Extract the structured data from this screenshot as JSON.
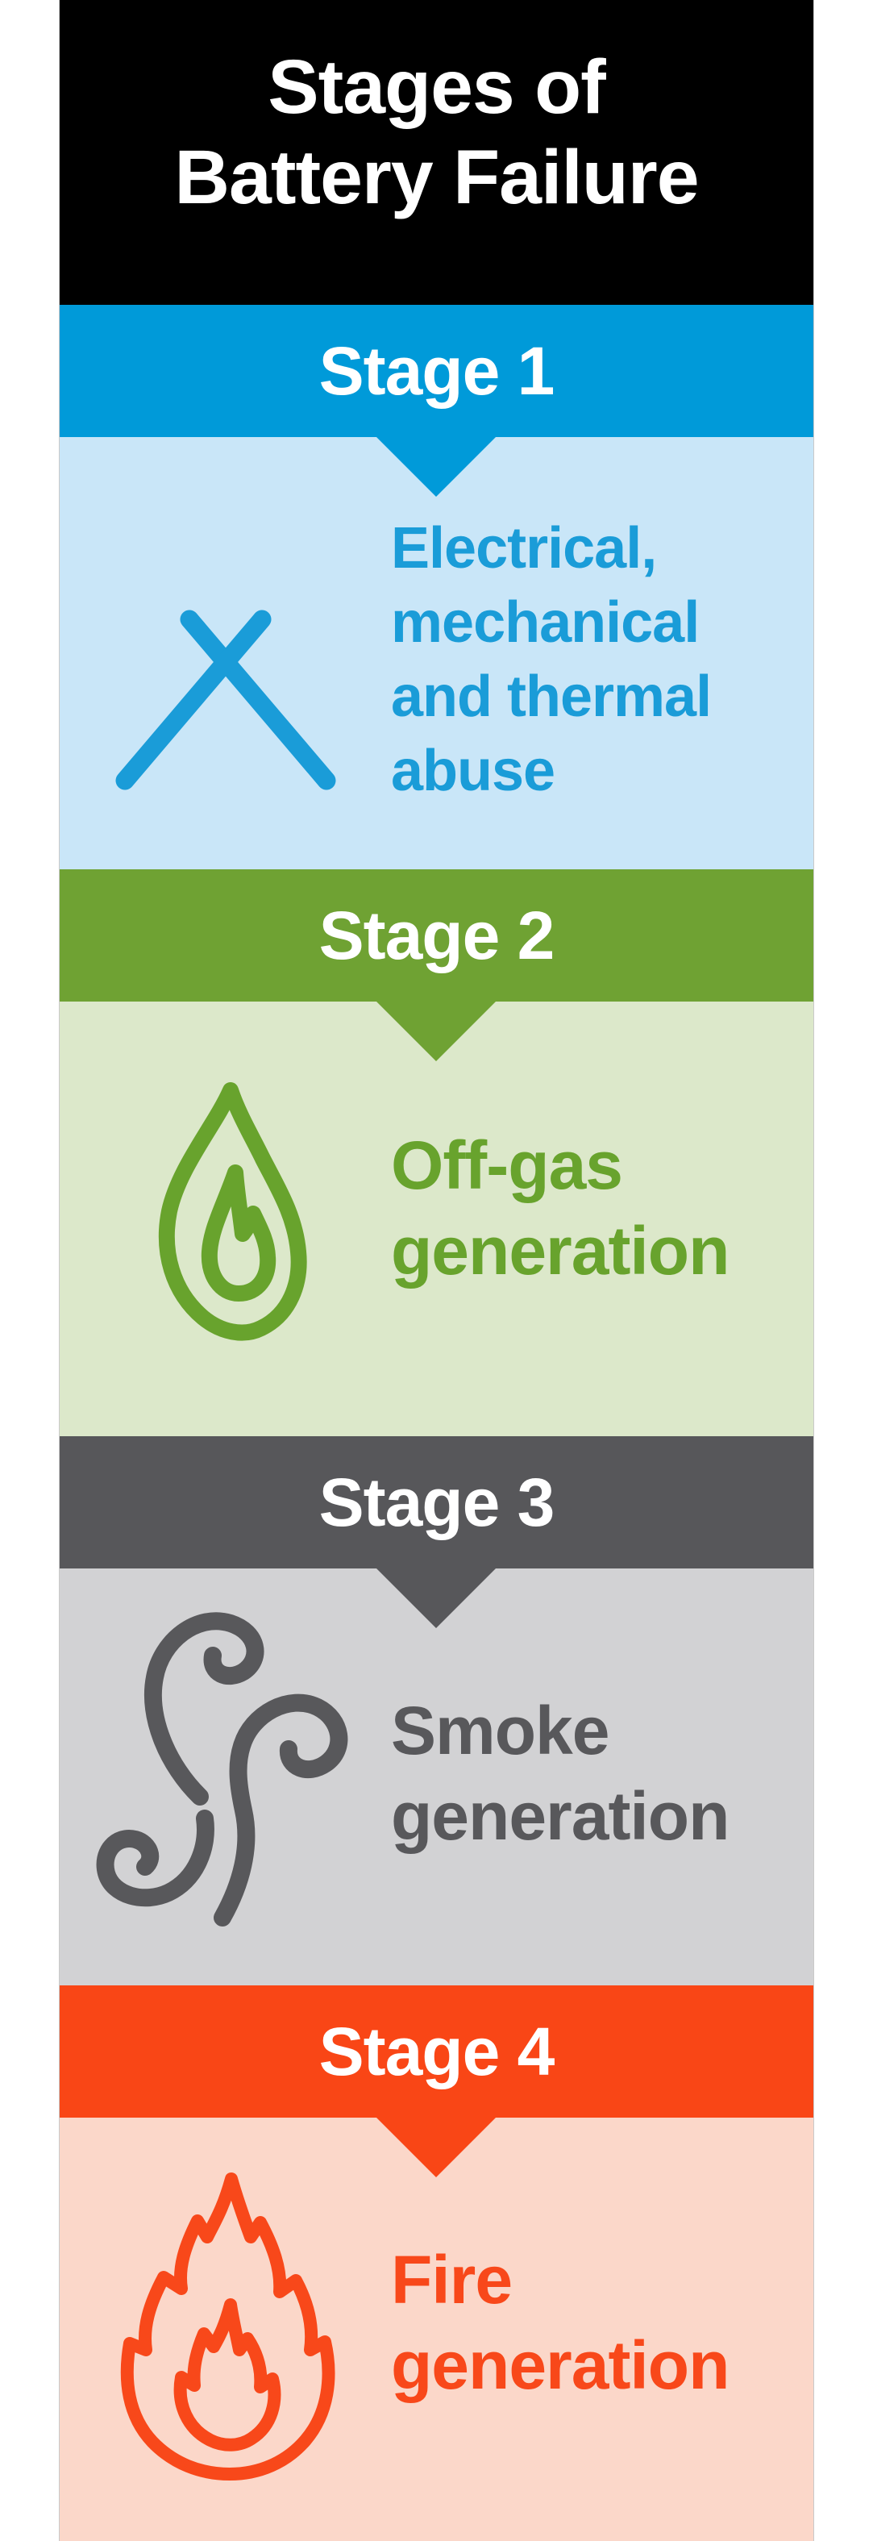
{
  "title": {
    "line1": "Stages of",
    "line2": "Battery Failure"
  },
  "colors": {
    "page_margin": "#ffffff",
    "header_background": "#000000",
    "title_text": "#ffffff",
    "band_label_text": "#ffffff"
  },
  "stages": [
    {
      "label": "Stage 1",
      "description": [
        "Electrical,",
        "mechanical",
        "and thermal",
        "abuse"
      ],
      "icon": "x-cross-icon",
      "band_color": "#009ad9",
      "body_color": "#c9e6f8",
      "accent_color": "#1a9cd8"
    },
    {
      "label": "Stage 2",
      "description": [
        "Off-gas",
        "generation"
      ],
      "icon": "flame-outline-icon",
      "band_color": "#6fa233",
      "body_color": "#dce8ca",
      "accent_color": "#68a32d"
    },
    {
      "label": "Stage 3",
      "description": [
        "Smoke",
        "generation"
      ],
      "icon": "smoke-swirls-icon",
      "band_color": "#57575a",
      "body_color": "#d2d2d4",
      "accent_color": "#58585b"
    },
    {
      "label": "Stage 4",
      "description": [
        "Fire",
        "generation"
      ],
      "icon": "fire-flame-icon",
      "band_color": "#f94616",
      "body_color": "#fbd7c9",
      "accent_color": "#f8481a"
    }
  ]
}
